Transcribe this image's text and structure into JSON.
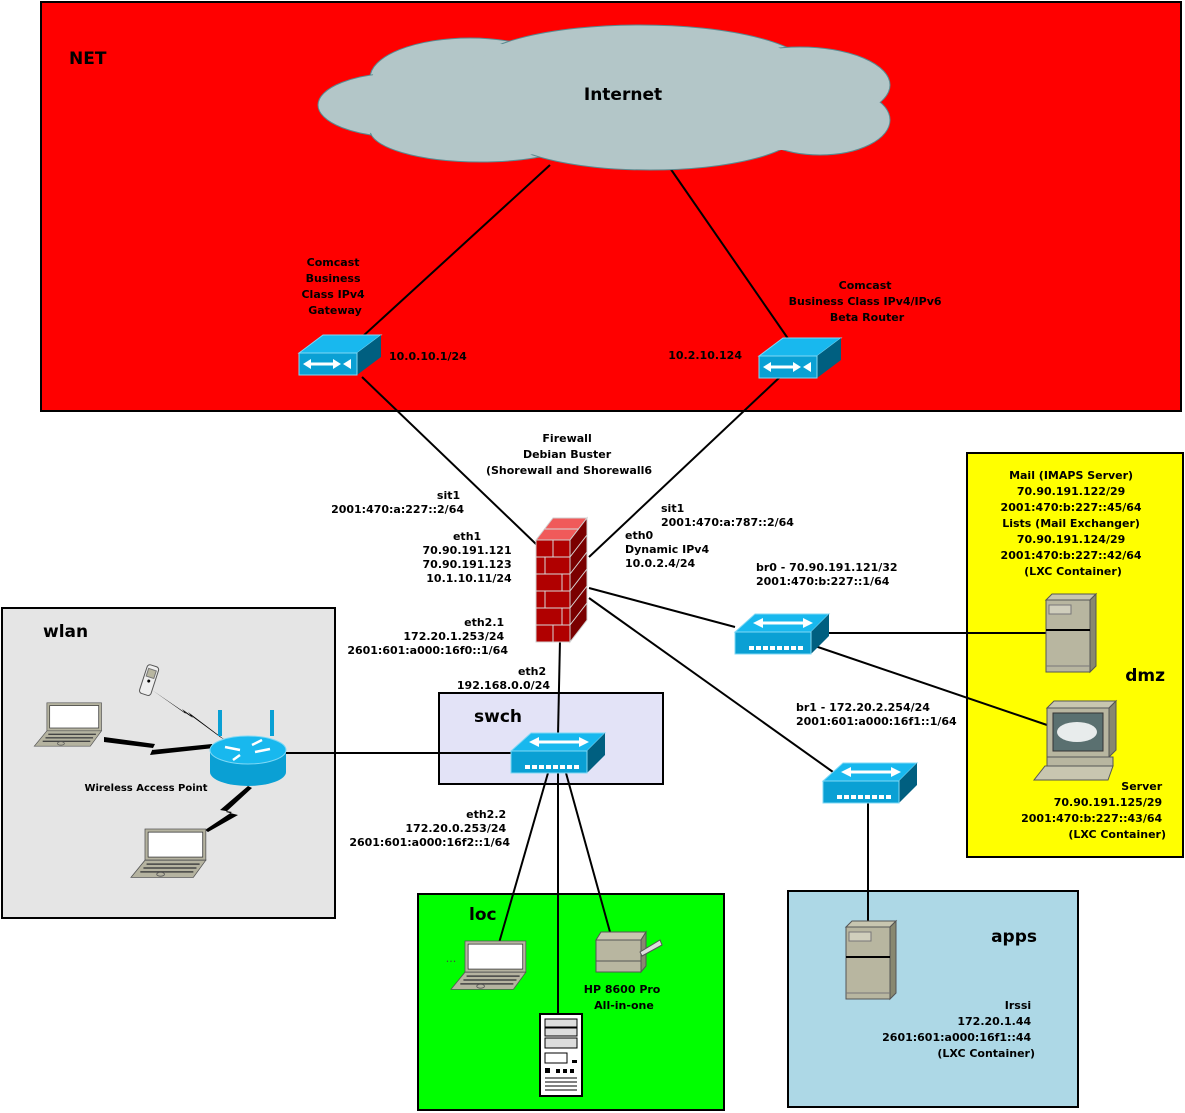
{
  "colors": {
    "net_zone": "#ff0000",
    "wlan_zone": "#e5e5e5",
    "swch_zone": "#e3e3f7",
    "dmz_zone": "#ffff00",
    "loc_zone": "#00ff00",
    "apps_zone": "#add8e6",
    "cloud": "#b3c6c8",
    "device_blue": "#0aa5d8",
    "firewall_red": "#b00000"
  },
  "zones": {
    "net": "NET",
    "wlan": "wlan",
    "swch": "swch",
    "dmz": "dmz",
    "loc": "loc",
    "apps": "apps"
  },
  "internet": {
    "label": "Internet"
  },
  "gateway_ipv4": {
    "lines": [
      "Comcast",
      "Business",
      "Class IPv4",
      "Gateway"
    ],
    "address": "10.0.10.1/24"
  },
  "router_ipv6": {
    "lines": [
      "Comcast",
      "Business Class IPv4/IPv6",
      "Beta Router"
    ],
    "address": "10.2.10.124"
  },
  "firewall": {
    "lines": [
      "Firewall",
      "Debian Buster",
      "(Shorewall and Shorewall6"
    ],
    "sit1_left": [
      "sit1",
      "2001:470:a:227::2/64"
    ],
    "eth1": [
      "eth1",
      "70.90.191.121",
      "70.90.191.123",
      "10.1.10.11/24"
    ],
    "sit1_right": [
      "sit1",
      "2001:470:a:787::2/64"
    ],
    "eth0": [
      "eth0",
      "Dynamic IPv4",
      "10.0.2.4/24"
    ],
    "eth2_1": [
      "eth2.1",
      "172.20.1.253/24",
      "2601:601:a000:16f0::1/64"
    ],
    "eth2": [
      "eth2",
      "192.168.0.0/24"
    ],
    "eth2_2": [
      "eth2.2",
      "172.20.0.253/24",
      "2601:601:a000:16f2::1/64"
    ]
  },
  "br0": [
    "br0 - 70.90.191.121/32",
    "2001:470:b:227::1/64"
  ],
  "br1": [
    "br1 - 172.20.2.254/24",
    "2001:601:a000:16f1::1/64"
  ],
  "dmz": {
    "mail": [
      "Mail (IMAPS Server)",
      "70.90.191.122/29",
      "2001:470:b:227::45/64",
      "Lists (Mail Exchanger)",
      "70.90.191.124/29",
      "2001:470:b:227::42/64",
      "(LXC Container)"
    ],
    "server": [
      "Server",
      "70.90.191.125/29",
      "2001:470:b:227::43/64",
      "(LXC Container)"
    ]
  },
  "wlan": {
    "ap_label": "Wireless Access Point"
  },
  "loc": {
    "laptop_label": "...",
    "printer": [
      "HP 8600 Pro",
      "All-in-one"
    ]
  },
  "apps": {
    "irssi": [
      "Irssi",
      "172.20.1.44",
      "2601:601:a000:16f1::44",
      "(LXC Container)"
    ]
  }
}
